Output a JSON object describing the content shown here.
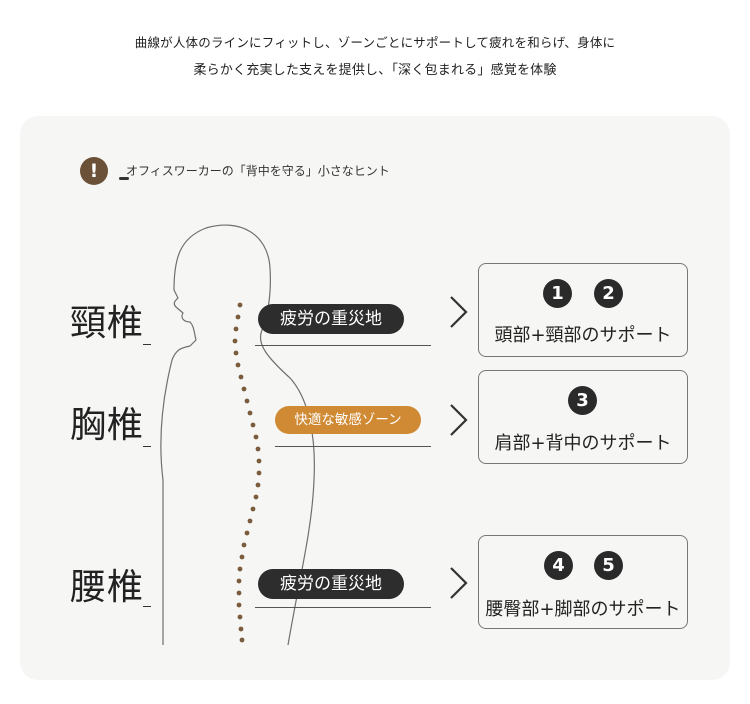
{
  "intro": {
    "line1": "曲線が人体のラインにフィットし、ゾーンごとにサポートして疲れを和らげ、身体に",
    "line2": "柔らかく充実した支えを提供し、「深く包まれる」感覚を体験"
  },
  "hint": {
    "icon": "exclamation-icon",
    "icon_glyph": "!",
    "text": "オフィスワーカーの「背中を守る」小さなヒント"
  },
  "regions": [
    {
      "label": "頸椎",
      "tag": "疲労の重災地",
      "badges": [
        "1",
        "2"
      ],
      "caption": "頭部+頸部のサポート"
    },
    {
      "label": "胸椎",
      "tag": "快適な敏感ゾーン",
      "badges": [
        "3"
      ],
      "caption": "肩部+背中のサポート"
    },
    {
      "label": "腰椎",
      "tag": "疲労の重災地",
      "badges": [
        "4",
        "5"
      ],
      "caption": "腰臀部+脚部のサポート"
    }
  ],
  "colors": {
    "accent_brown": "#6b5137",
    "spine_dots": "#7a5c3c",
    "tag_dark": "#2d2d2d",
    "tag_orange": "#d08a34",
    "panel_bg": "#f6f6f4"
  }
}
